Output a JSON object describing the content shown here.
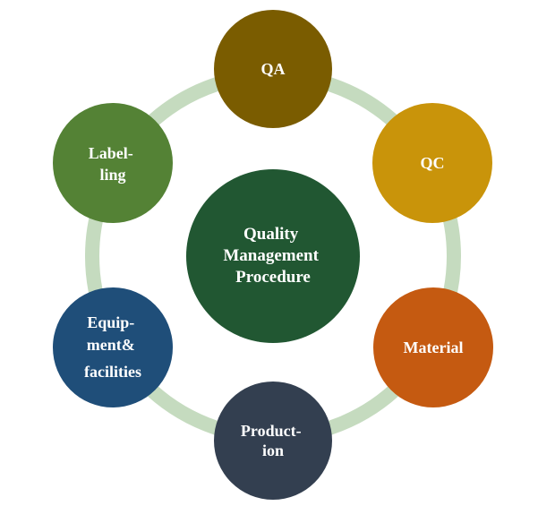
{
  "center": {
    "lines": [
      "Quality",
      "Management",
      "Procedure"
    ],
    "color": "#215732"
  },
  "ring": {
    "color": "#c5dbbf"
  },
  "nodes": [
    {
      "id": "qa",
      "lines": [
        "QA"
      ],
      "color": "#7a5c00"
    },
    {
      "id": "qc",
      "lines": [
        "QC"
      ],
      "color": "#c9940a"
    },
    {
      "id": "material",
      "lines": [
        "Material"
      ],
      "color": "#c55a11"
    },
    {
      "id": "production",
      "lines": [
        "Product-",
        "ion"
      ],
      "color": "#333f50"
    },
    {
      "id": "equipment",
      "lines": [
        "Equip-",
        "ment&",
        "facilities"
      ],
      "color": "#1f4e79"
    },
    {
      "id": "labelling",
      "lines": [
        "Label-",
        "ling"
      ],
      "color": "#548235"
    }
  ]
}
